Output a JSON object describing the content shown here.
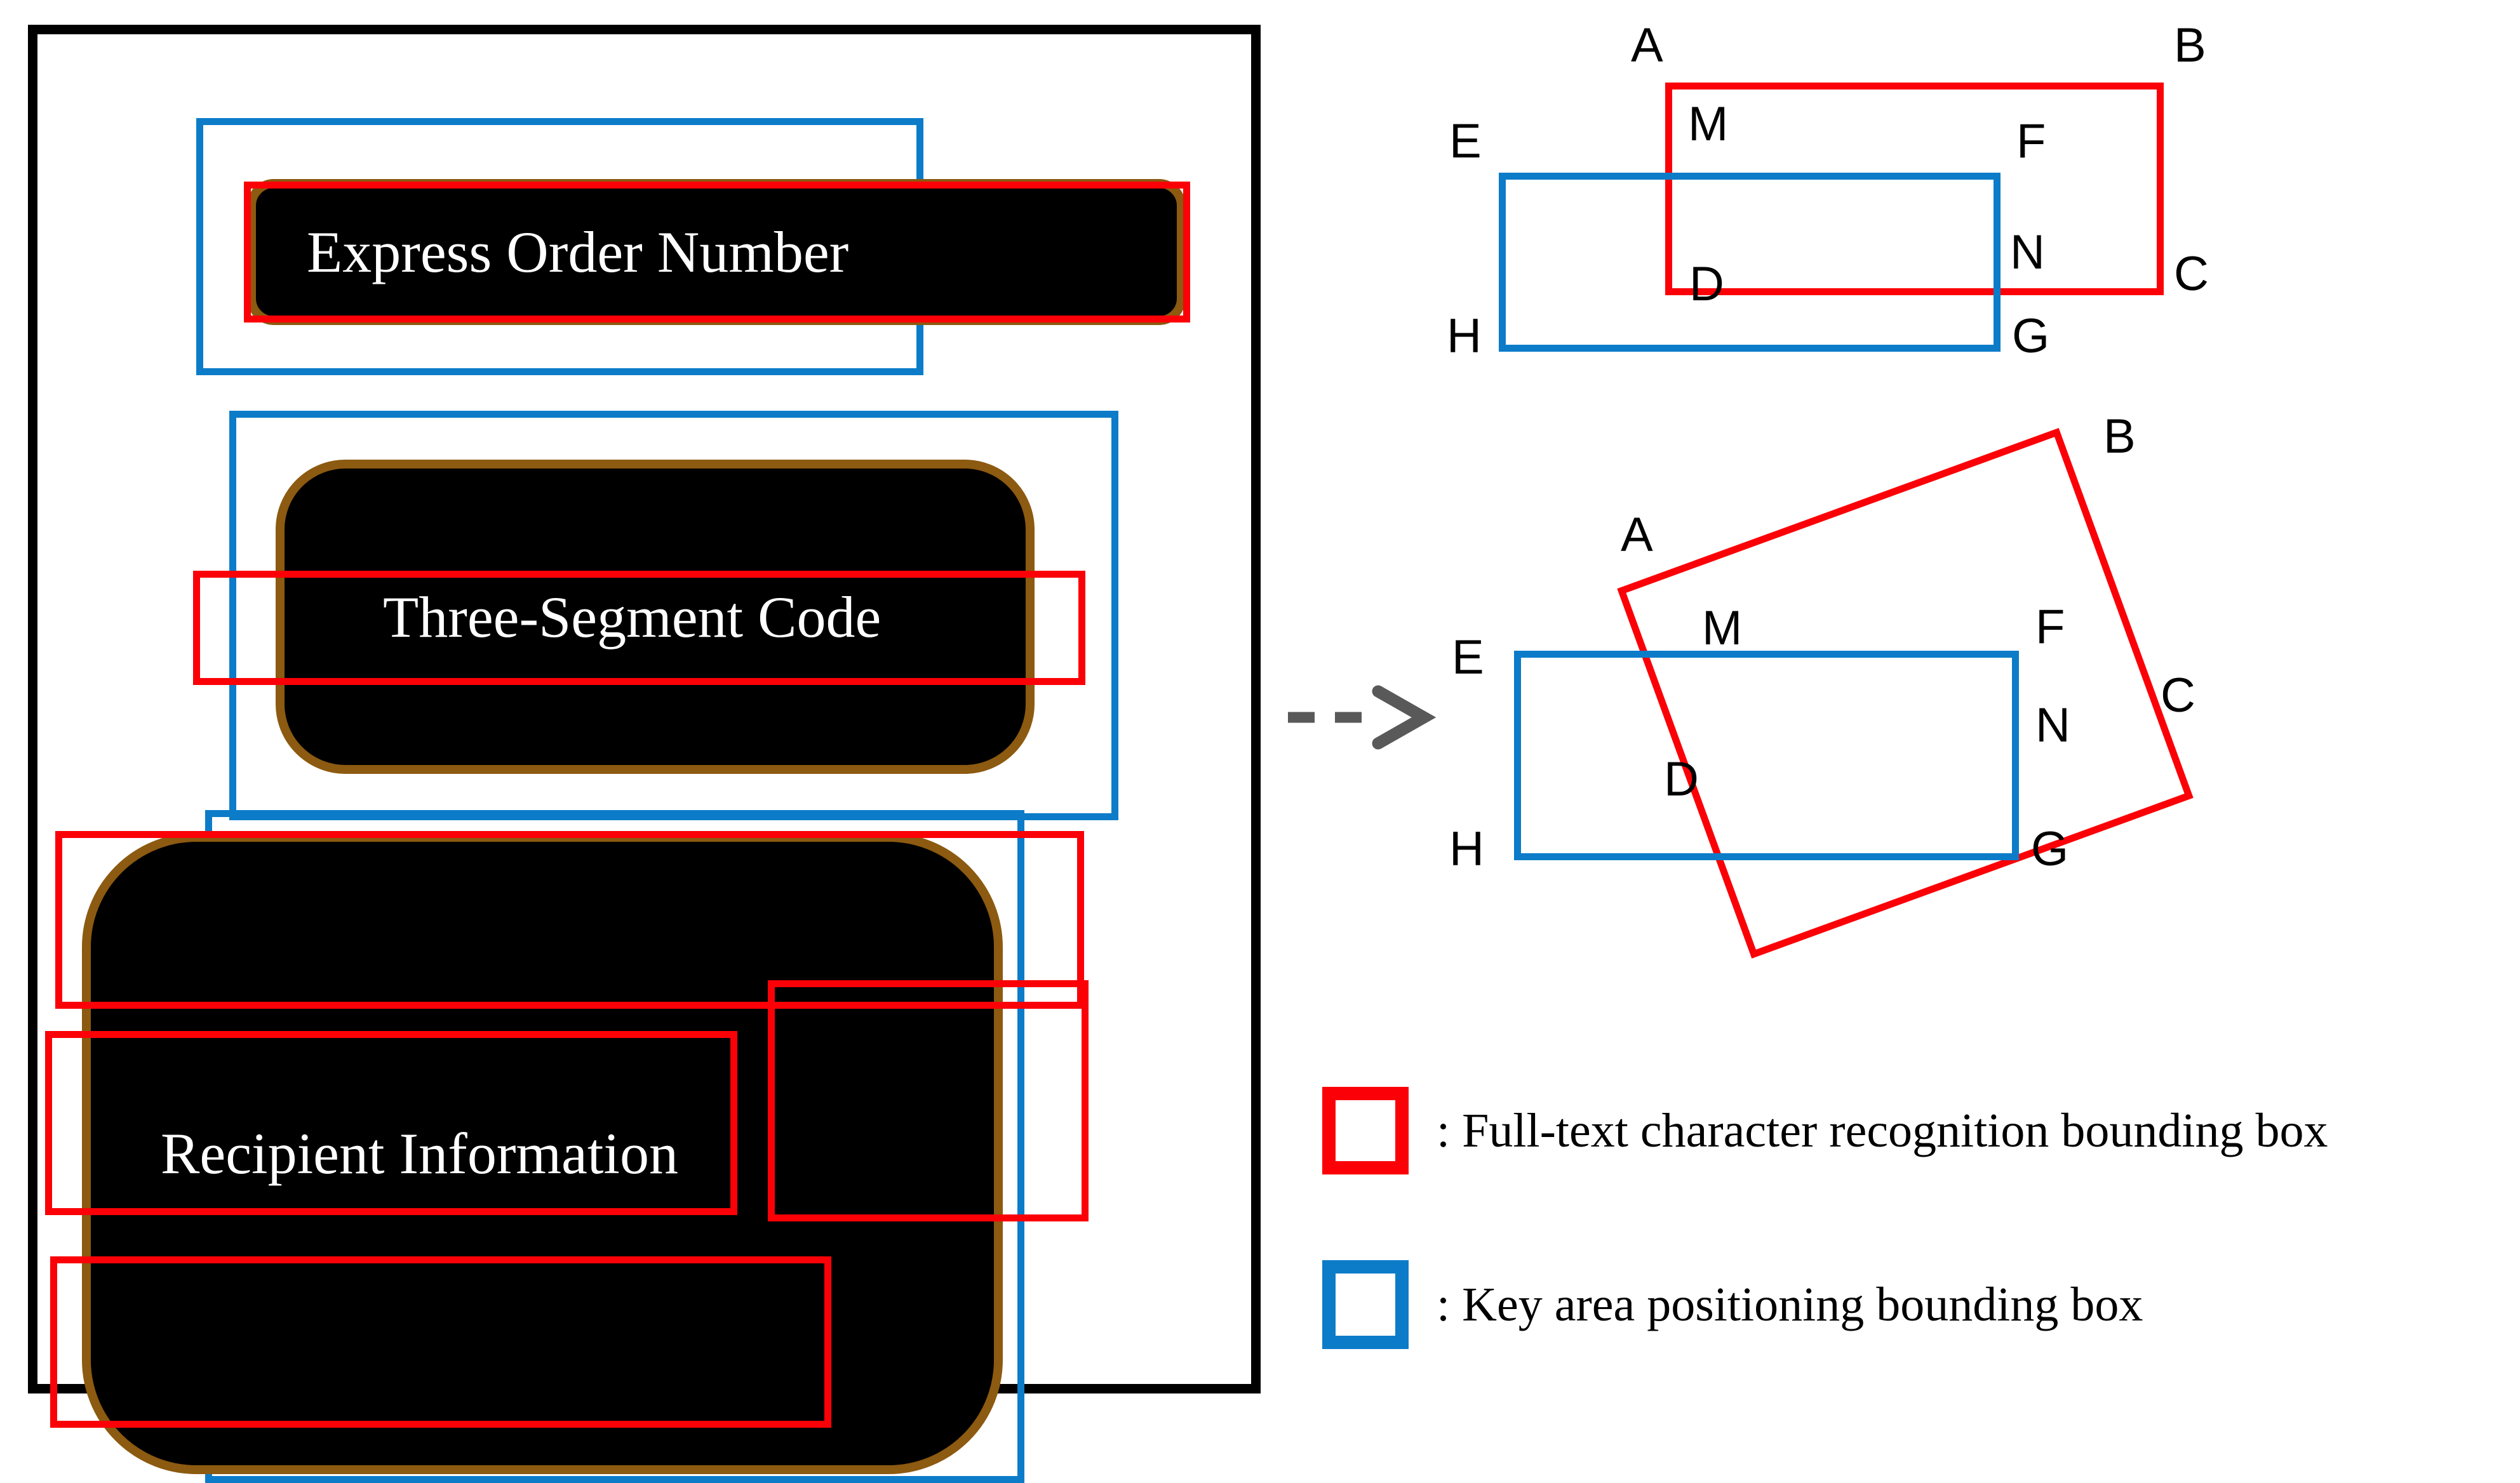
{
  "figure": {
    "title": "Bounding box comparison diagram",
    "colors": {
      "red": "#FB0007",
      "blue": "#0C7CC9",
      "brown": "#8C5A10",
      "black": "#000000",
      "gray": "#595959",
      "white": "#FFFFFF"
    }
  },
  "left_panel": {
    "cards": [
      {
        "label": "Express Order Number"
      },
      {
        "label": "Three-Segment Code"
      },
      {
        "label": "Recipient Information"
      }
    ]
  },
  "diagrams": {
    "top": {
      "red_vertices": [
        "A",
        "B",
        "C",
        "D"
      ],
      "blue_vertices": [
        "E",
        "F",
        "G",
        "H"
      ],
      "intersection_points": [
        "M",
        "N"
      ],
      "labels": {
        "A": "A",
        "B": "B",
        "C": "C",
        "D": "D",
        "E": "E",
        "F": "F",
        "G": "G",
        "H": "H",
        "M": "M",
        "N": "N"
      }
    },
    "bottom": {
      "red_vertices": [
        "A",
        "B",
        "C",
        "D"
      ],
      "blue_vertices": [
        "E",
        "F",
        "G",
        "H"
      ],
      "intersection_points": [
        "M",
        "N"
      ],
      "red_rotation_deg": -20,
      "labels": {
        "A": "A",
        "B": "B",
        "C": "C",
        "D": "D",
        "E": "E",
        "F": "F",
        "G": "G",
        "H": "H",
        "M": "M",
        "N": "N"
      }
    }
  },
  "arrow": {
    "name": "dashed-right-arrow",
    "color": "#595959"
  },
  "legend": {
    "items": [
      {
        "swatch": "red",
        "text": ": Full-text character recognition bounding box"
      },
      {
        "swatch": "blue",
        "text": ": Key area positioning bounding box"
      }
    ]
  }
}
